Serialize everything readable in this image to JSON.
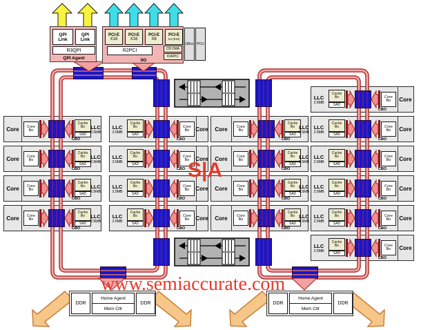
{
  "qpi_agent": {
    "label": "QPI Agent",
    "link1": "QPI\nLink",
    "link2": "QPI\nLink",
    "r3qpi": "R3QPI"
  },
  "iio": {
    "label": "IIO",
    "r2pci": "R2PCI",
    "cb_dma": "CB DMA",
    "ioapic": "IOAPIC",
    "pcie_ports": [
      {
        "name": "PCI-E",
        "lanes": "X16"
      },
      {
        "name": "PCI-E",
        "lanes": "X16"
      },
      {
        "name": "PCI-E",
        "lanes": "X8"
      },
      {
        "name": "PCI-E",
        "lanes": "X4 (ESI)"
      }
    ]
  },
  "ubox": {
    "label": "UBox"
  },
  "pcu": {
    "label": "PCU"
  },
  "tile_labels": {
    "core": "Core",
    "core_bo": "Core\nBo",
    "cache_bo": "Cache\nBo",
    "sad": "SAD",
    "cbo": "CBO",
    "llc": "LLC",
    "llc_size": "2.5MB"
  },
  "tile_grid": {
    "columns": [
      {
        "id": "col-1",
        "core_position": "left",
        "tiles": 4
      },
      {
        "id": "col-2",
        "core_position": "right",
        "tiles": 4
      },
      {
        "id": "col-3",
        "core_position": "left",
        "tiles": 4
      },
      {
        "id": "col-4",
        "core_position": "right",
        "tiles": 6
      }
    ],
    "total_cores": 18
  },
  "memory_blocks": [
    {
      "ddr_left": "DDR",
      "home_agent": "Home Agent",
      "mem_ctlr": "Mem Ctlr",
      "ddr_right": "DDR"
    },
    {
      "ddr_left": "DDR",
      "home_agent": "Home Agent",
      "mem_ctlr": "Mem Ctlr",
      "ddr_right": "DDR"
    }
  ],
  "watermark": {
    "logo": "S|A",
    "url": "www.semiaccurate.com"
  },
  "colors": {
    "ring_pink": "#f4a6a6",
    "ring_border": "#9e1b1b",
    "stop_blue": "#1717c9",
    "arrow_pink": "#f29090",
    "qpi_arrow_yellow": "#f8f33c",
    "pcie_arrow_cyan": "#3fdde8",
    "ddr_arrow_orange": "#f7c689",
    "watermark_red": "#e43a2c",
    "tile_gray": "#e7e7e7",
    "khaki": "#efedd0"
  }
}
